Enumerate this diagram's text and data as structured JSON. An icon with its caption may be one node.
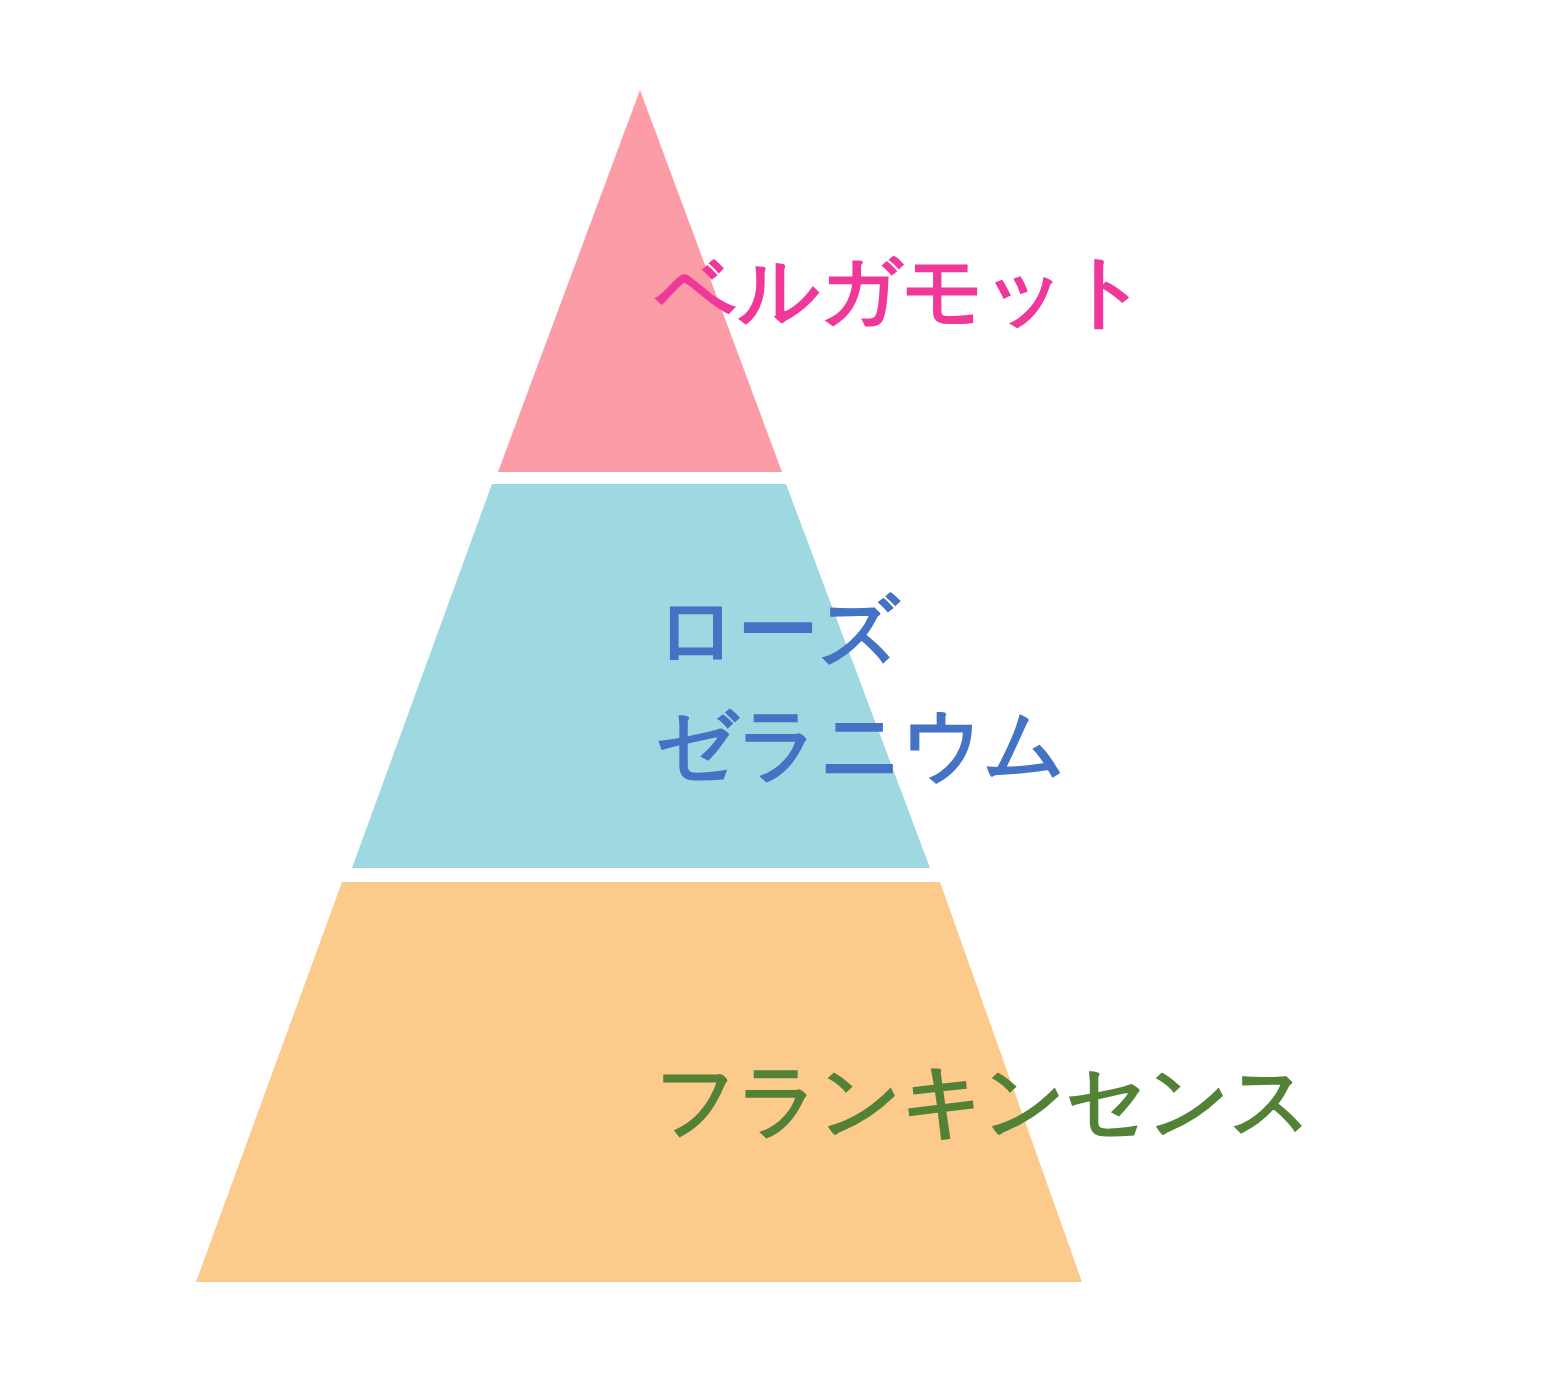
{
  "diagram": {
    "nodes": [
      {
        "text": [
          "ベルガモット"
        ]
      },
      {
        "text": [
          "ローズ",
          "ゼラニウム"
        ]
      },
      {
        "text": [
          "フランキンセンス"
        ]
      }
    ]
  }
}
